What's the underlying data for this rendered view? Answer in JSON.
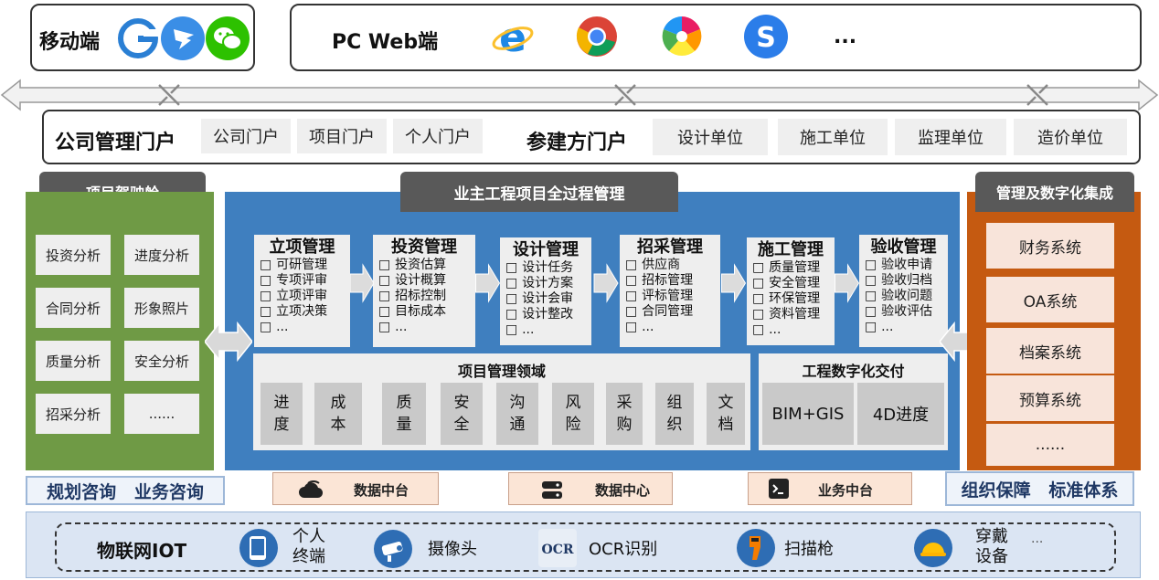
{
  "clients": {
    "mobile_label": "移动端",
    "mobile_apps": [
      "g-mobile-icon",
      "dingtalk-icon",
      "wechat-icon"
    ],
    "pc_label": "PC Web端",
    "pc_browsers": [
      "ie-icon",
      "chrome-icon",
      "color-browser-icon",
      "sogou-icon"
    ],
    "pc_more": "..."
  },
  "portals": {
    "company_head": "公司管理门户",
    "company_items": [
      "公司门户",
      "项目门户",
      "个人门户"
    ],
    "party_head": "参建方门户",
    "party_items": [
      "设计单位",
      "施工单位",
      "监理单位",
      "造价单位"
    ]
  },
  "cockpit": {
    "title": "项目驾驶舱",
    "cells": [
      "投资分析",
      "进度分析",
      "合同分析",
      "形象照片",
      "质量分析",
      "安全分析",
      "招采分析",
      "......"
    ]
  },
  "main": {
    "title": "业主工程项目全过程管理",
    "stages": [
      {
        "title": "立项管理",
        "items": [
          "可研管理",
          "专项评审",
          "立项评审",
          "立项决策",
          "..."
        ]
      },
      {
        "title": "投资管理",
        "items": [
          "投资估算",
          "设计概算",
          "招标控制",
          "目标成本",
          "..."
        ]
      },
      {
        "title": "设计管理",
        "items": [
          "设计任务",
          "设计方案",
          "设计会审",
          "设计整改",
          "..."
        ]
      },
      {
        "title": "招采管理",
        "items": [
          "供应商",
          "招标管理",
          "评标管理",
          "合同管理",
          "..."
        ]
      },
      {
        "title": "施工管理",
        "items": [
          "质量管理",
          "安全管理",
          "环保管理",
          "资料管理",
          "..."
        ]
      },
      {
        "title": "验收管理",
        "items": [
          "验收申请",
          "验收归档",
          "验收问题",
          "验收评估",
          "..."
        ]
      }
    ],
    "domain_title": "项目管理领域",
    "domains": [
      "进\n度",
      "成\n本",
      "质\n量",
      "安\n全",
      "沟\n通",
      "风\n险",
      "采\n购",
      "组\n织",
      "文\n档"
    ],
    "delivery_title": "工程数字化交付",
    "deliveries": [
      "BIM+GIS",
      "4D进度"
    ]
  },
  "integration": {
    "title": "管理及数字化集成",
    "cells": [
      "财务系统",
      "OA系统",
      "档案系统",
      "预算系统",
      "......"
    ]
  },
  "support": {
    "left": "规划咨询   业务咨询",
    "middles": [
      {
        "icon": "cloud-icon",
        "label": "数据中台"
      },
      {
        "icon": "server-icon",
        "label": "数据中心"
      },
      {
        "icon": "terminal-icon",
        "label": "业务中台"
      }
    ],
    "right": "组织保障   标准体系"
  },
  "iot": {
    "title": "物联网IOT",
    "devices": [
      {
        "icon": "tablet-icon",
        "label": "个人\n终端"
      },
      {
        "icon": "camera-icon",
        "label": "摄像头"
      },
      {
        "icon": "ocr-icon",
        "label": "OCR识别"
      },
      {
        "icon": "scanner-gun-icon",
        "label": "扫描枪"
      },
      {
        "icon": "helmet-icon",
        "label": "穿戴\n设备"
      }
    ],
    "more": "..."
  },
  "colors": {
    "green_panel": "#6f9a45",
    "blue_panel": "#3f7fbf",
    "orange_panel": "#c55a11",
    "tab_header": "#595959"
  }
}
